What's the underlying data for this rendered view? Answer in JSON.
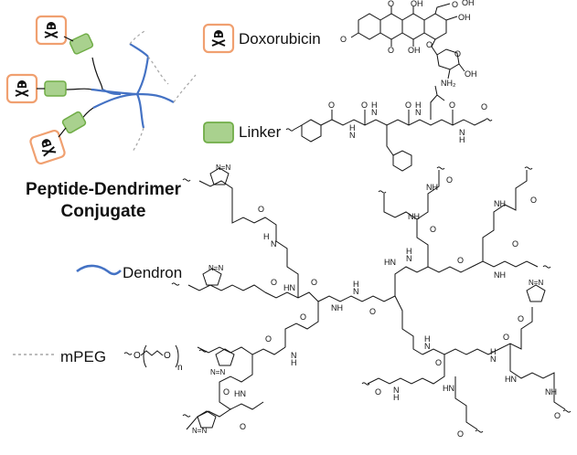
{
  "title": {
    "line1": "Peptide-Dendrimer",
    "line2": "Conjugate"
  },
  "legend": {
    "drug": {
      "label": "Doxorubicin",
      "icon": "skull-crossbones-icon"
    },
    "linker": {
      "label": "Linker"
    },
    "dendron": {
      "label": "Dendron"
    },
    "mpeg": {
      "label": "mPEG",
      "formula_subscript": "n"
    }
  },
  "colors": {
    "drug_border": "#f0a070",
    "linker_fill": "#a9d18e",
    "linker_border": "#70ad47",
    "dendron": "#4472c4",
    "mpeg": "#a6a6a6"
  }
}
